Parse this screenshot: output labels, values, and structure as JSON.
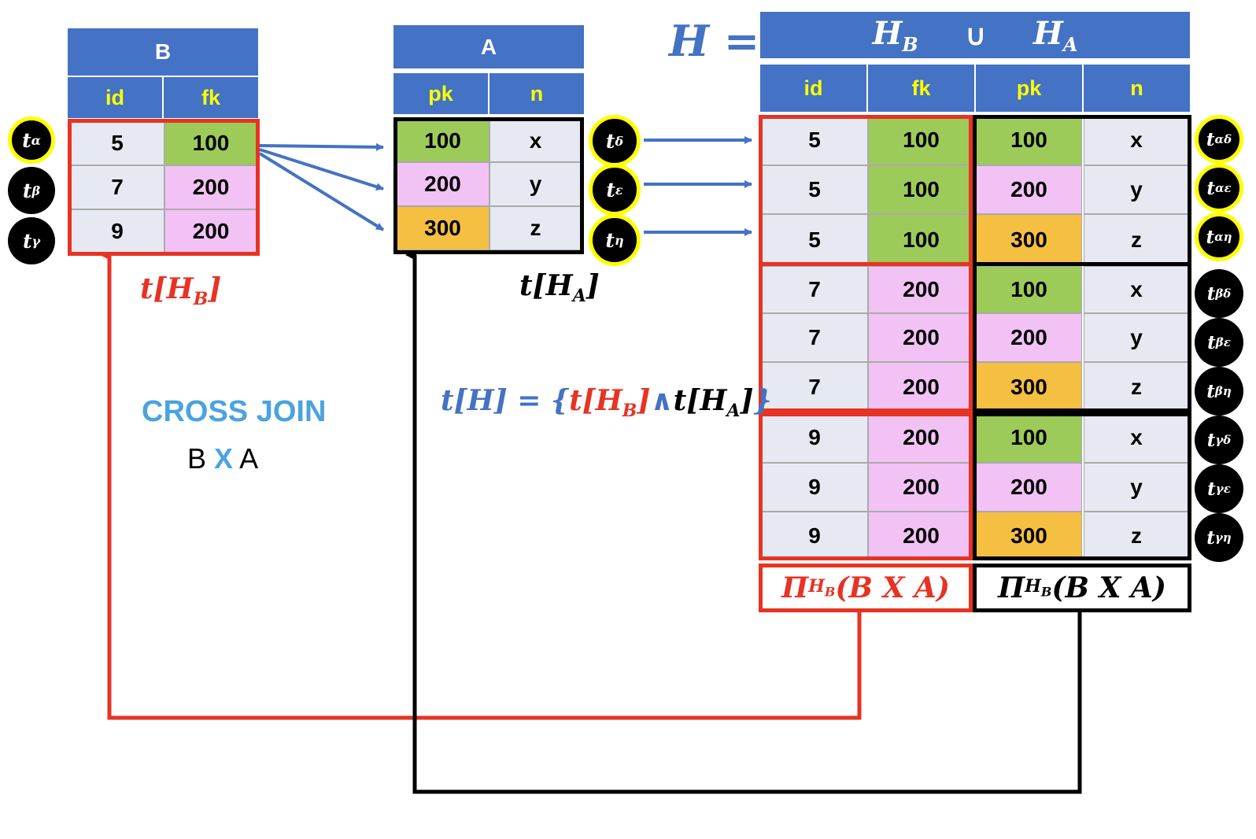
{
  "colors": {
    "header": "#4472c4",
    "subheader_text": "#ffff00",
    "cell": "#e6e9f2",
    "green": "#9ccb5a",
    "pink": "#f2c2f5",
    "orange": "#f5bf42",
    "red": "#e63323",
    "cross_join": "#4aa3df"
  },
  "table_b": {
    "title": "B",
    "columns": [
      "id",
      "fk"
    ],
    "rows": [
      [
        "5",
        "100"
      ],
      [
        "7",
        "200"
      ],
      [
        "9",
        "200"
      ]
    ],
    "badges": [
      {
        "base": "t",
        "sub": "α"
      },
      {
        "base": "t",
        "sub": "β"
      },
      {
        "base": "t",
        "sub": "γ"
      }
    ],
    "caption_base": "t[H",
    "caption_sub": "B",
    "caption_close": "]"
  },
  "table_a": {
    "title": "A",
    "columns": [
      "pk",
      "n"
    ],
    "rows": [
      [
        "100",
        "x"
      ],
      [
        "200",
        "y"
      ],
      [
        "300",
        "z"
      ]
    ],
    "badges": [
      {
        "base": "t",
        "sub": "δ"
      },
      {
        "base": "t",
        "sub": "ε"
      },
      {
        "base": "t",
        "sub": "η"
      }
    ],
    "caption_base": "t[H",
    "caption_sub": "A",
    "caption_close": "]"
  },
  "table_h": {
    "lhs": "H =",
    "hb_base": "H",
    "hb_sub": "B",
    "union": "∪",
    "ha_base": "H",
    "ha_sub": "A",
    "columns": [
      "id",
      "fk",
      "pk",
      "n"
    ],
    "rows": [
      [
        "5",
        "100",
        "100",
        "x"
      ],
      [
        "5",
        "100",
        "200",
        "y"
      ],
      [
        "5",
        "100",
        "300",
        "z"
      ],
      [
        "7",
        "200",
        "100",
        "x"
      ],
      [
        "7",
        "200",
        "200",
        "y"
      ],
      [
        "7",
        "200",
        "300",
        "z"
      ],
      [
        "9",
        "200",
        "100",
        "x"
      ],
      [
        "9",
        "200",
        "200",
        "y"
      ],
      [
        "9",
        "200",
        "300",
        "z"
      ]
    ],
    "badges": [
      {
        "base": "t",
        "sub": "αδ"
      },
      {
        "base": "t",
        "sub": "αε"
      },
      {
        "base": "t",
        "sub": "αη"
      },
      {
        "base": "t",
        "sub": "βδ"
      },
      {
        "base": "t",
        "sub": "βε"
      },
      {
        "base": "t",
        "sub": "βη"
      },
      {
        "base": "t",
        "sub": "γδ"
      },
      {
        "base": "t",
        "sub": "γε"
      },
      {
        "base": "t",
        "sub": "γη"
      }
    ],
    "proj_left_base": "Π",
    "proj_left_sub": "H",
    "proj_left_subsub": "B",
    "proj_left_rest": "(B X A)",
    "proj_right_base": "Π",
    "proj_right_sub": "H",
    "proj_right_subsub": "B",
    "proj_right_rest": "(B X A)"
  },
  "cross_join": {
    "title": "CROSS JOIN",
    "left": "B",
    "op": "X",
    "right": "A"
  },
  "formula": {
    "lhs": "t[H] = {",
    "mid_base": "t[H",
    "mid_sub": "B",
    "mid_close": "]",
    "and": "∧",
    "right_base": "t[H",
    "right_sub": "A",
    "right_close": "]",
    "end": "}"
  }
}
